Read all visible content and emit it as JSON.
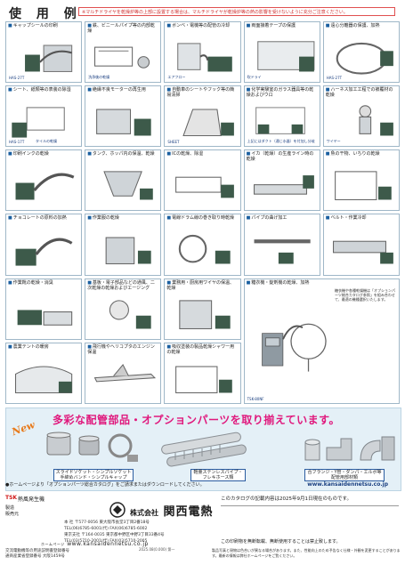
{
  "header": {
    "title": "使 用 例",
    "note": "※マルチドライヤを乾燥炉等の上部に設置する場合は、マルチドライヤが乾燥炉等の熱の影響を受けないように充分ご注意ください。"
  },
  "cells": [
    {
      "caption": "キャップシールの印刷",
      "labels": [
        "HAS-27T"
      ]
    },
    {
      "caption": "鉄、ビニールパイプ等の内部乾燥",
      "labels": [
        "洗浄後の乾燥"
      ]
    },
    {
      "caption": "ボンベ・電機等の配管の冷却",
      "labels": [
        "エアフロー"
      ]
    },
    {
      "caption": "両面接着テープの保護",
      "labels": [
        "吹ドライ"
      ]
    },
    {
      "caption": "遠心分離器の保護、加熱",
      "labels": [
        "HAS-27T"
      ]
    },
    {
      "caption": "シート、紙類等の表装の除湿",
      "labels": [
        "HAS-17T",
        "タイルの乾燥"
      ]
    },
    {
      "caption": "絶縁不良モーターの再生用",
      "labels": []
    },
    {
      "caption": "自動車のシートやフック等の簡易清掃",
      "labels": [
        "SHEET"
      ]
    },
    {
      "caption": "化学実験室のガラス器具等の乾燥およびウロ",
      "labels": [
        "上記にはダクト（通じ水器）を付加し分岐"
      ]
    },
    {
      "caption": "ハーネス加工工程での被覆材の乾燥",
      "labels": [
        "ワイヤー"
      ]
    },
    {
      "caption": "印刷インクの乾燥",
      "labels": []
    },
    {
      "caption": "タンク、ホッパ内の保温、乾燥",
      "labels": []
    },
    {
      "caption": "ICの乾燥、除湿",
      "labels": []
    },
    {
      "caption": "イカ（乾燥）の生産ライン時の乾燥",
      "labels": []
    },
    {
      "caption": "魚の干物、いちりの乾燥",
      "labels": []
    },
    {
      "caption": "チョコレートの原料の加熱",
      "labels": []
    },
    {
      "caption": "作業服の乾燥",
      "labels": []
    },
    {
      "caption": "電線ドラム線の巻き取り時乾燥",
      "labels": []
    },
    {
      "caption": "パイプの曲げ加工",
      "labels": []
    },
    {
      "caption": "ベルト・作業冷却",
      "labels": []
    },
    {
      "caption": "作業靴の乾燥・消臭",
      "labels": []
    },
    {
      "caption": "基板・電子部品などの通風、二次乾燥の乾燥およびエージング",
      "labels": []
    },
    {
      "caption": "業務用・厨房用ワイヤの保温、乾燥",
      "labels": []
    },
    {
      "caption": "糖衣機・錠剤機の乾燥、加熱",
      "labels": [
        "TSK-80NF"
      ]
    },
    {
      "caption": "",
      "labels": []
    },
    {
      "caption": "農業テントの暖房",
      "labels": []
    },
    {
      "caption": "飛行機やヘリコプタのエンジン保温",
      "labels": []
    },
    {
      "caption": "吸収塗装の製品乾燥シャワー用の乾燥",
      "labels": []
    },
    {
      "caption": "",
      "labels": []
    },
    {
      "caption": "",
      "labels": []
    }
  ],
  "tsk_note": "糖衣機や各種乾燥機は「オプションパーツ総合カタログ参照」を組み合わせて、最適の機種選択いたします。",
  "banner": {
    "title": "多彩な配管部品・オプションパーツを取り揃えています。",
    "new_label": "New",
    "parts": [
      {
        "label": "スライドソケット・シンプルソケット"
      },
      {
        "label": "手締めバンド・シンプルキャップ"
      },
      {
        "label": "軽量ステンレスパイプ・"
      },
      {
        "label": "フレキホース類"
      },
      {
        "label": "合フランジ・Y管・ダンパ・エルボ等"
      },
      {
        "label": "配管用部材類"
      }
    ],
    "homepage_text": "●ホームページより「オプションパーツ総合カタログ」をご請求またはダウンロードしてください。",
    "homepage_url": "www.kansaidennetsu.co.jp"
  },
  "footer": {
    "brand_tsk": "TSK",
    "brand_sub": "熱風発生機",
    "seizo": "製造\n販売元",
    "company_kabu": "株式会社",
    "company": "関西電熱",
    "address1": "本 社 〒577-0056 東大阪市長堂3丁目2番18号",
    "tel1": "TEL(06)6785-6001(代) FAX(06)6785-6002",
    "address2": "東京支社 〒164-0035 東京都中野区中野3丁目33番4号",
    "tel2": "TEL(03)5710-2001(代) FAX(03)5710-2005",
    "website": "www.kansaidennetsu.co.jp",
    "homepage_label": "ホームページ",
    "date": "2025.08(0.000) 第一",
    "catalog_note": "このカタログの記載内容は2025年9月1日現在のものです。",
    "change_note": "この印刷物を無断転載、無断使用することは禁止致します。",
    "license": "交流電動機等の用途説明書登録番号\n通商産業省登録番号 大阪1459号",
    "caution": "製品写真と現物は色合いが異なる場合があります。また、性能向上のため予告なく仕様・外観を変更することがあります。最新の情報は弊社ホームページをご覧ください。"
  }
}
